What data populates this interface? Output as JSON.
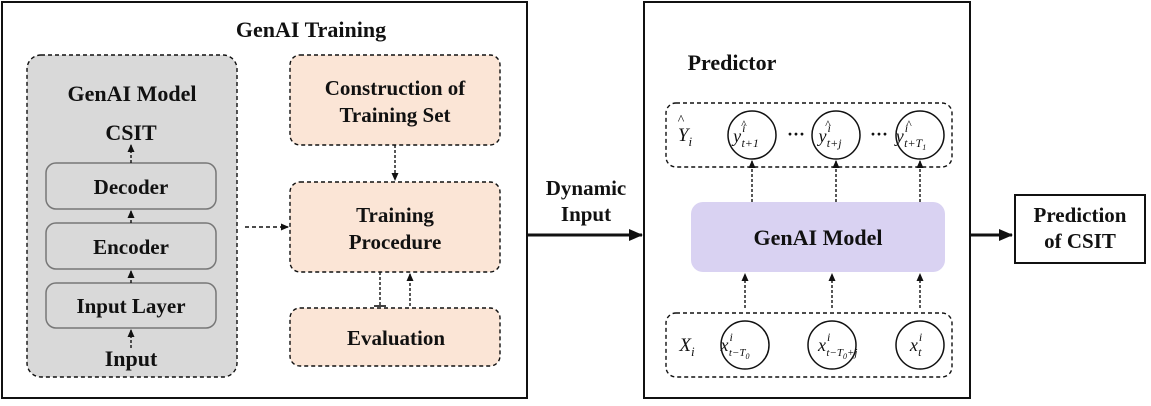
{
  "training": {
    "title": "GenAI Training",
    "model": {
      "title": "GenAI Model",
      "output": "CSIT",
      "decoder": "Decoder",
      "encoder": "Encoder",
      "input_layer": "Input Layer",
      "input": "Input"
    },
    "construction_line1": "Construction of",
    "construction_line2": "Training Set",
    "procedure_line1": "Training",
    "procedure_line2": "Procedure",
    "evaluation": "Evaluation"
  },
  "link": {
    "line1": "Dynamic",
    "line2": "Input"
  },
  "predictor": {
    "title": "Predictor",
    "model_label": "GenAI Model",
    "output_row": {
      "label_base": "Y",
      "label_sub": "i",
      "ellipsis": "···",
      "nodes": [
        {
          "base": "y",
          "sup": "i",
          "sub": "t+1"
        },
        {
          "base": "y",
          "sup": "i",
          "sub": "t+j"
        },
        {
          "base": "y",
          "sup": "i",
          "sub": "t+T",
          "subsub": "1"
        }
      ]
    },
    "input_row": {
      "label_base": "X",
      "label_sub": "i",
      "nodes": [
        {
          "base": "x",
          "sup": "i",
          "sub": "t−T",
          "subsub": "0"
        },
        {
          "base": "x",
          "sup": "i",
          "sub": "t−T",
          "subsub": "0",
          "sub_tail": "+j"
        },
        {
          "base": "x",
          "sup": "i",
          "sub": "t"
        }
      ]
    }
  },
  "result": {
    "line1": "Prediction",
    "line2": "of CSIT"
  },
  "colors": {
    "model_fill": "#d9d9d9",
    "orange_fill": "#fbe5d6",
    "purple_fill": "#d9d2f2",
    "stroke": "#111111"
  }
}
